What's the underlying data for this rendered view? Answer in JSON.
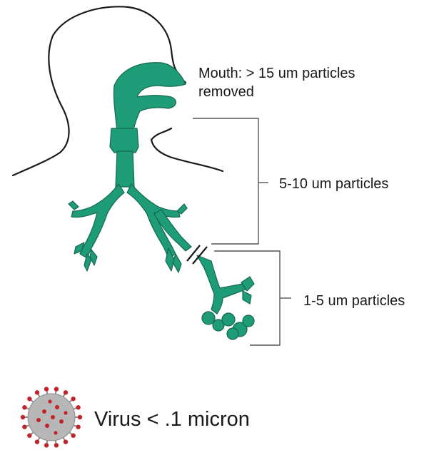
{
  "labels": {
    "mouth_line1": "Mouth: > 15 um particles",
    "mouth_line2": "removed",
    "mid": "5-10 um particles",
    "low": "1-5 um particles",
    "virus": "Virus < .1 micron"
  },
  "icons": {
    "head": "head-outline-icon",
    "airway": "respiratory-tract-icon",
    "virus": "virus-icon"
  },
  "colors": {
    "airway": "#1e9c78",
    "outline": "#1a1a1a",
    "virus_body": "#b7b7b7",
    "virus_spike": "#c0242a"
  }
}
